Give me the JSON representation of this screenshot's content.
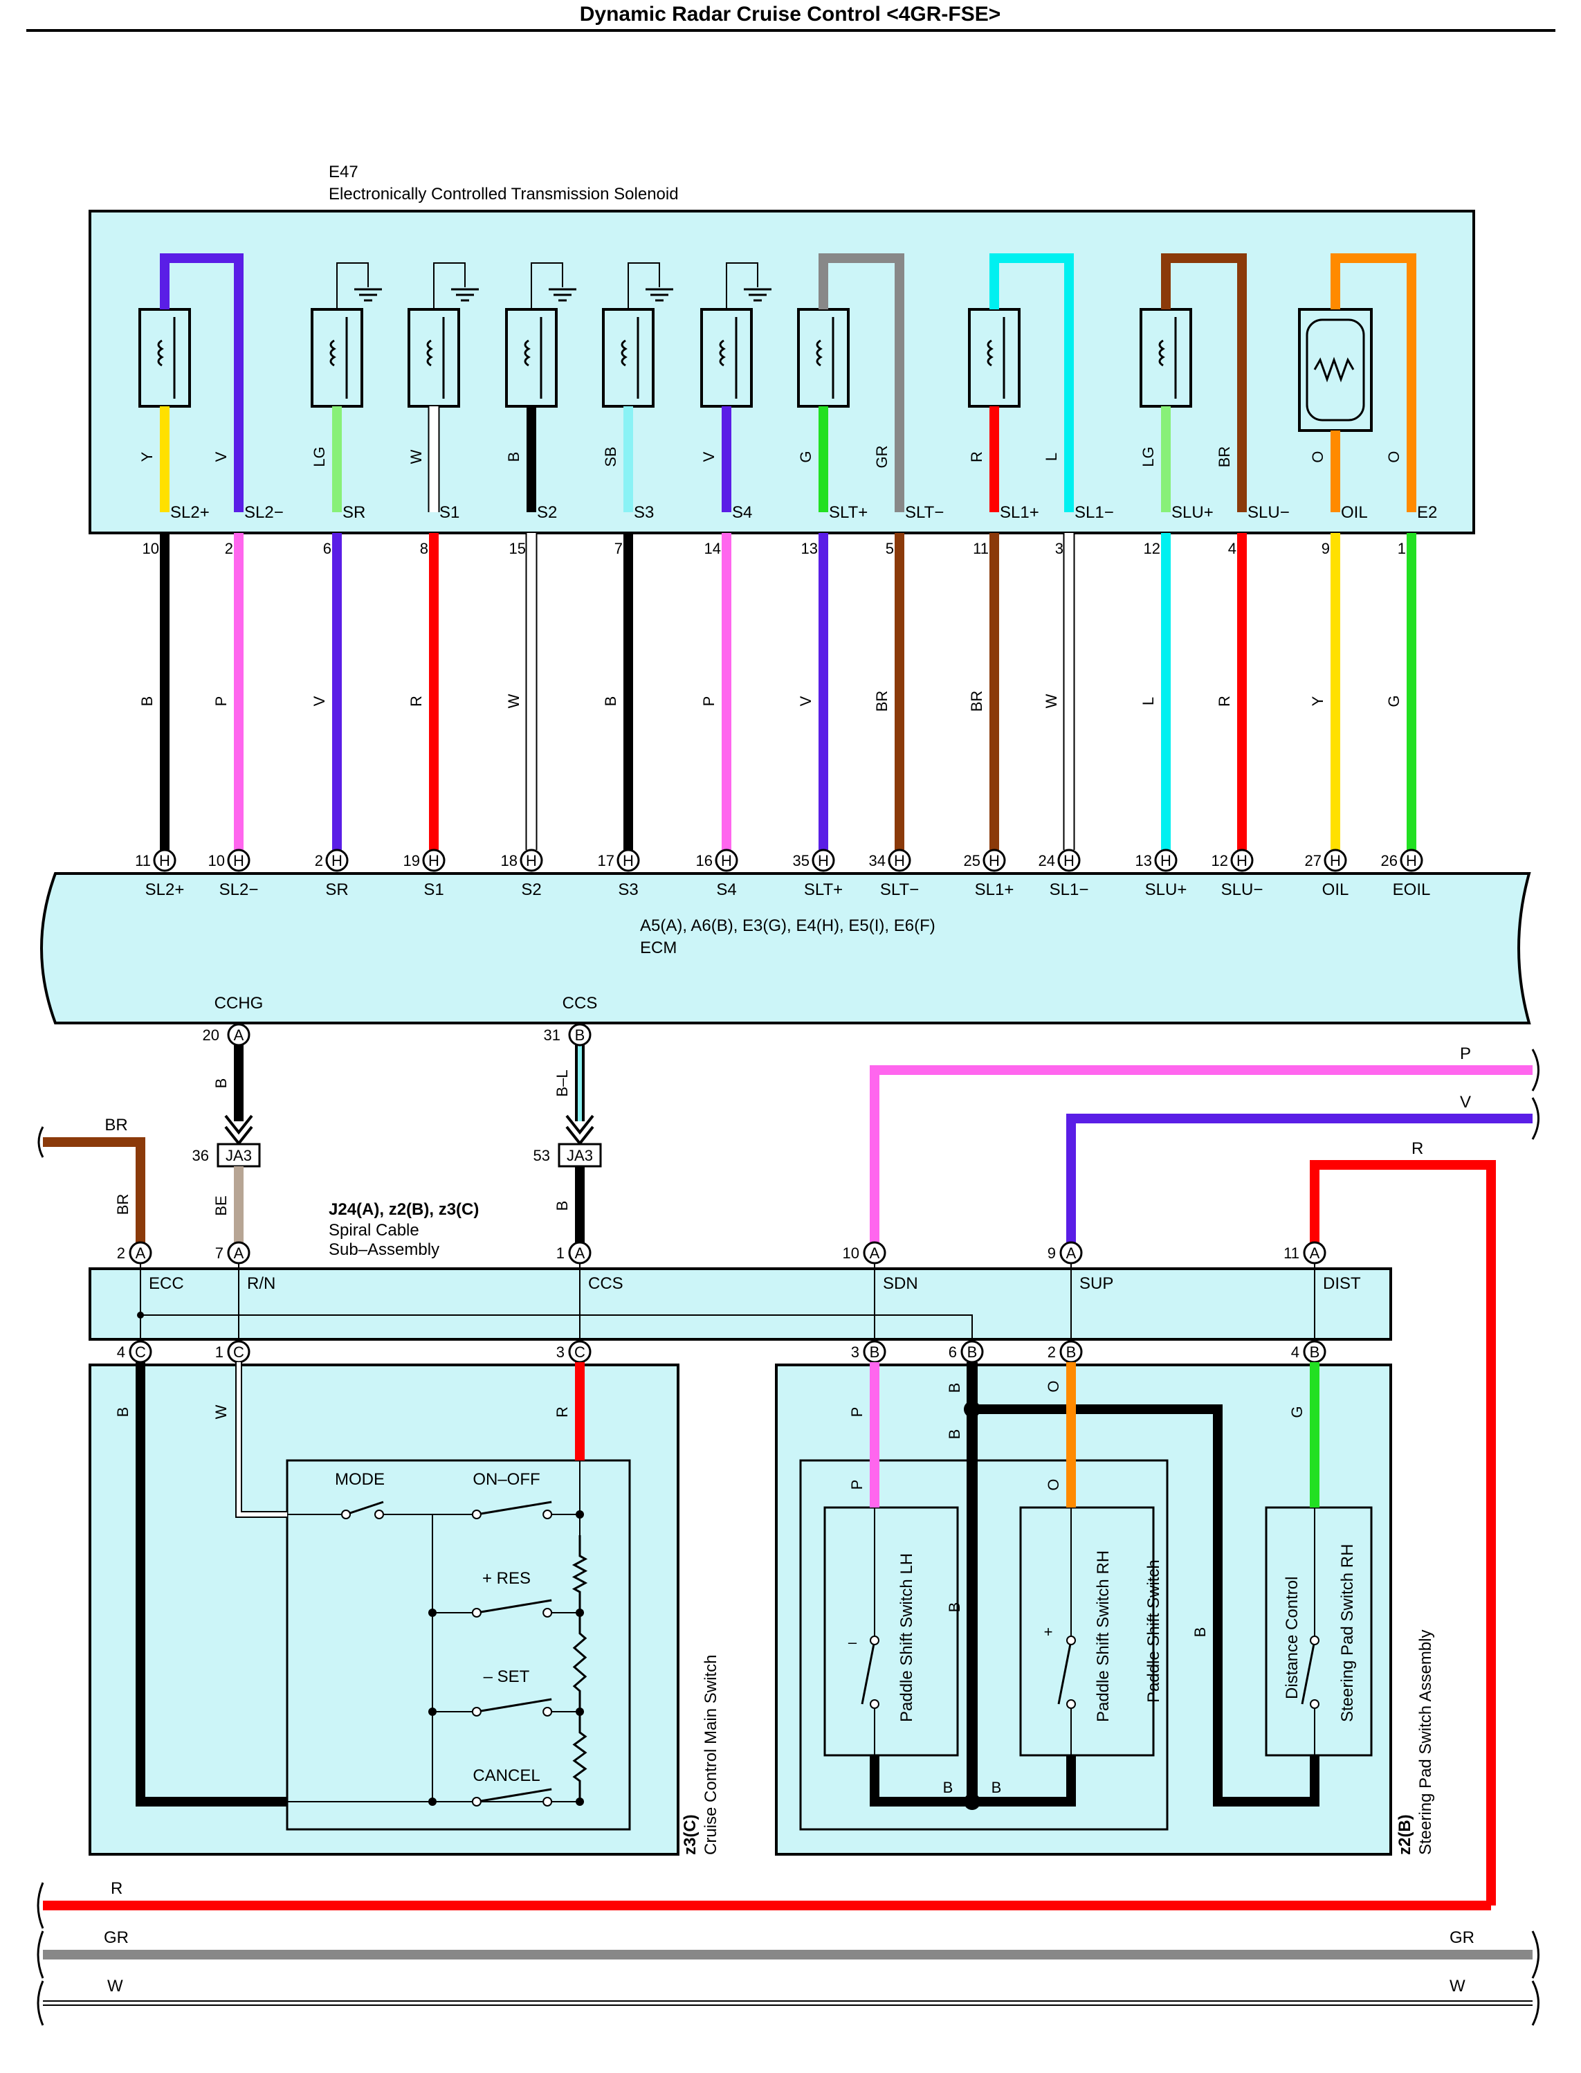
{
  "page": {
    "title": "Dynamic Radar Cruise Control <4GR-FSE>"
  },
  "colors": {
    "panel": "#ccf5f8",
    "Y": "#ffe000",
    "V": "#5a1ee6",
    "LG": "#88f078",
    "W": "#ffffff",
    "B": "#000000",
    "SB": "#8af2f5",
    "G": "#22e022",
    "GR": "#888888",
    "R": "#ff0000",
    "L": "#00f0f0",
    "BR": "#8b3a0a",
    "O": "#ff8a00",
    "P": "#ff66ee",
    "BE": "#b7a594",
    "BL": "#8af0f0"
  },
  "e47": {
    "code": "E47",
    "name": "Electronically Controlled Transmission Solenoid",
    "terminals": [
      {
        "id": "y",
        "wire": "Y",
        "label": "SL2+",
        "pin": "10"
      },
      {
        "id": "v",
        "wire": "V",
        "label": "SL2−",
        "pin": "2"
      },
      {
        "id": "lg",
        "wire": "LG",
        "label": "SR",
        "pin": "6"
      },
      {
        "id": "w",
        "wire": "W",
        "label": "S1",
        "pin": "8"
      },
      {
        "id": "b",
        "wire": "B",
        "label": "S2",
        "pin": "15"
      },
      {
        "id": "sb",
        "wire": "SB",
        "label": "S3",
        "pin": "7"
      },
      {
        "id": "v2",
        "wire": "V",
        "label": "S4",
        "pin": "14"
      },
      {
        "id": "g",
        "wire": "G",
        "label": "SLT+",
        "pin": "13"
      },
      {
        "id": "gr",
        "wire": "GR",
        "label": "SLT−",
        "pin": "5"
      },
      {
        "id": "r",
        "wire": "R",
        "label": "SL1+",
        "pin": "11"
      },
      {
        "id": "l",
        "wire": "L",
        "label": "SL1−",
        "pin": "3"
      },
      {
        "id": "lg2",
        "wire": "LG",
        "label": "SLU+",
        "pin": "12"
      },
      {
        "id": "br",
        "wire": "BR",
        "label": "SLU−",
        "pin": "4"
      },
      {
        "id": "o",
        "wire": "O",
        "label": "OIL",
        "pin": "9"
      },
      {
        "id": "o2",
        "wire": "O",
        "label": "E2",
        "pin": "1"
      }
    ]
  },
  "harness_wires": [
    "B",
    "P",
    "V",
    "R",
    "W",
    "B",
    "P",
    "V",
    "BR",
    "BR",
    "W",
    "L",
    "R",
    "Y",
    "G"
  ],
  "ecm": {
    "name_codes": "A5(A), A6(B), E3(G), E4(H), E5(I), E6(F)",
    "name": "ECM",
    "connector": "H",
    "terminals": [
      {
        "pin": "11",
        "label": "SL2+"
      },
      {
        "pin": "10",
        "label": "SL2−"
      },
      {
        "pin": "2",
        "label": "SR"
      },
      {
        "pin": "19",
        "label": "S1"
      },
      {
        "pin": "18",
        "label": "S2"
      },
      {
        "pin": "17",
        "label": "S3"
      },
      {
        "pin": "16",
        "label": "S4"
      },
      {
        "pin": "35",
        "label": "SLT+"
      },
      {
        "pin": "34",
        "label": "SLT−"
      },
      {
        "pin": "25",
        "label": "SL1+"
      },
      {
        "pin": "24",
        "label": "SL1−"
      },
      {
        "pin": "13",
        "label": "SLU+"
      },
      {
        "pin": "12",
        "label": "SLU−"
      },
      {
        "pin": "27",
        "label": "OIL"
      },
      {
        "pin": "26",
        "label": "EOIL"
      }
    ],
    "bottom": [
      {
        "label": "CCHG",
        "pin": "20",
        "conn": "A",
        "wire": "B"
      },
      {
        "label": "CCS",
        "pin": "31",
        "conn": "B",
        "wire": "B–L"
      }
    ]
  },
  "junctions": [
    {
      "pin": "36",
      "name": "JA3",
      "wire": "BE"
    },
    {
      "pin": "53",
      "name": "JA3",
      "wire": "B"
    }
  ],
  "spiral": {
    "codes": "J24(A), z2(B), z3(C)",
    "line1": "Spiral Cable",
    "line2": "Sub–Assembly",
    "top_pins": [
      {
        "pin": "2",
        "conn": "A",
        "label": "ECC",
        "wire": "BR"
      },
      {
        "pin": "7",
        "conn": "A",
        "label": "R/N",
        "wire": "BE"
      },
      {
        "pin": "1",
        "conn": "A",
        "label": "CCS",
        "wire": "B"
      },
      {
        "pin": "10",
        "conn": "A",
        "label": "SDN",
        "wire": "P"
      },
      {
        "pin": "9",
        "conn": "A",
        "label": "SUP",
        "wire": "V"
      },
      {
        "pin": "11",
        "conn": "A",
        "label": "DIST",
        "wire": "R"
      }
    ],
    "bottom_pins": [
      {
        "pin": "4",
        "conn": "C"
      },
      {
        "pin": "1",
        "conn": "C"
      },
      {
        "pin": "3",
        "conn": "C"
      },
      {
        "pin": "3",
        "conn": "B"
      },
      {
        "pin": "6",
        "conn": "B"
      },
      {
        "pin": "2",
        "conn": "B"
      },
      {
        "pin": "4",
        "conn": "B"
      }
    ]
  },
  "br_lead": "BR",
  "main_switch": {
    "code": "z3(C)",
    "name": "Cruise Control Main Switch",
    "wires": [
      "B",
      "W",
      "R"
    ],
    "buttons": [
      "MODE",
      "ON–OFF",
      "+ RES",
      "– SET",
      "CANCEL"
    ]
  },
  "pad_assembly": {
    "code": "z2(B)",
    "name": "Steering Pad Switch Assembly",
    "wires_top": [
      "P",
      "B",
      "B",
      "O",
      "G"
    ],
    "wires_inner": [
      "P",
      "O"
    ],
    "paddle": "Paddle Shift Switch",
    "lh": "Paddle Shift Switch LH",
    "lh_sign": "–",
    "rh": "Paddle Shift Switch RH",
    "rh_sign": "+",
    "dist1": "Distance Control",
    "dist2": "Steering Pad Switch RH",
    "b_labels": [
      "B",
      "B",
      "B",
      "B"
    ]
  },
  "right_leads": [
    "P",
    "V",
    "R"
  ],
  "bus": [
    {
      "left": "R",
      "right": ""
    },
    {
      "left": "GR",
      "right": "GR"
    },
    {
      "left": "W",
      "right": "W"
    }
  ]
}
